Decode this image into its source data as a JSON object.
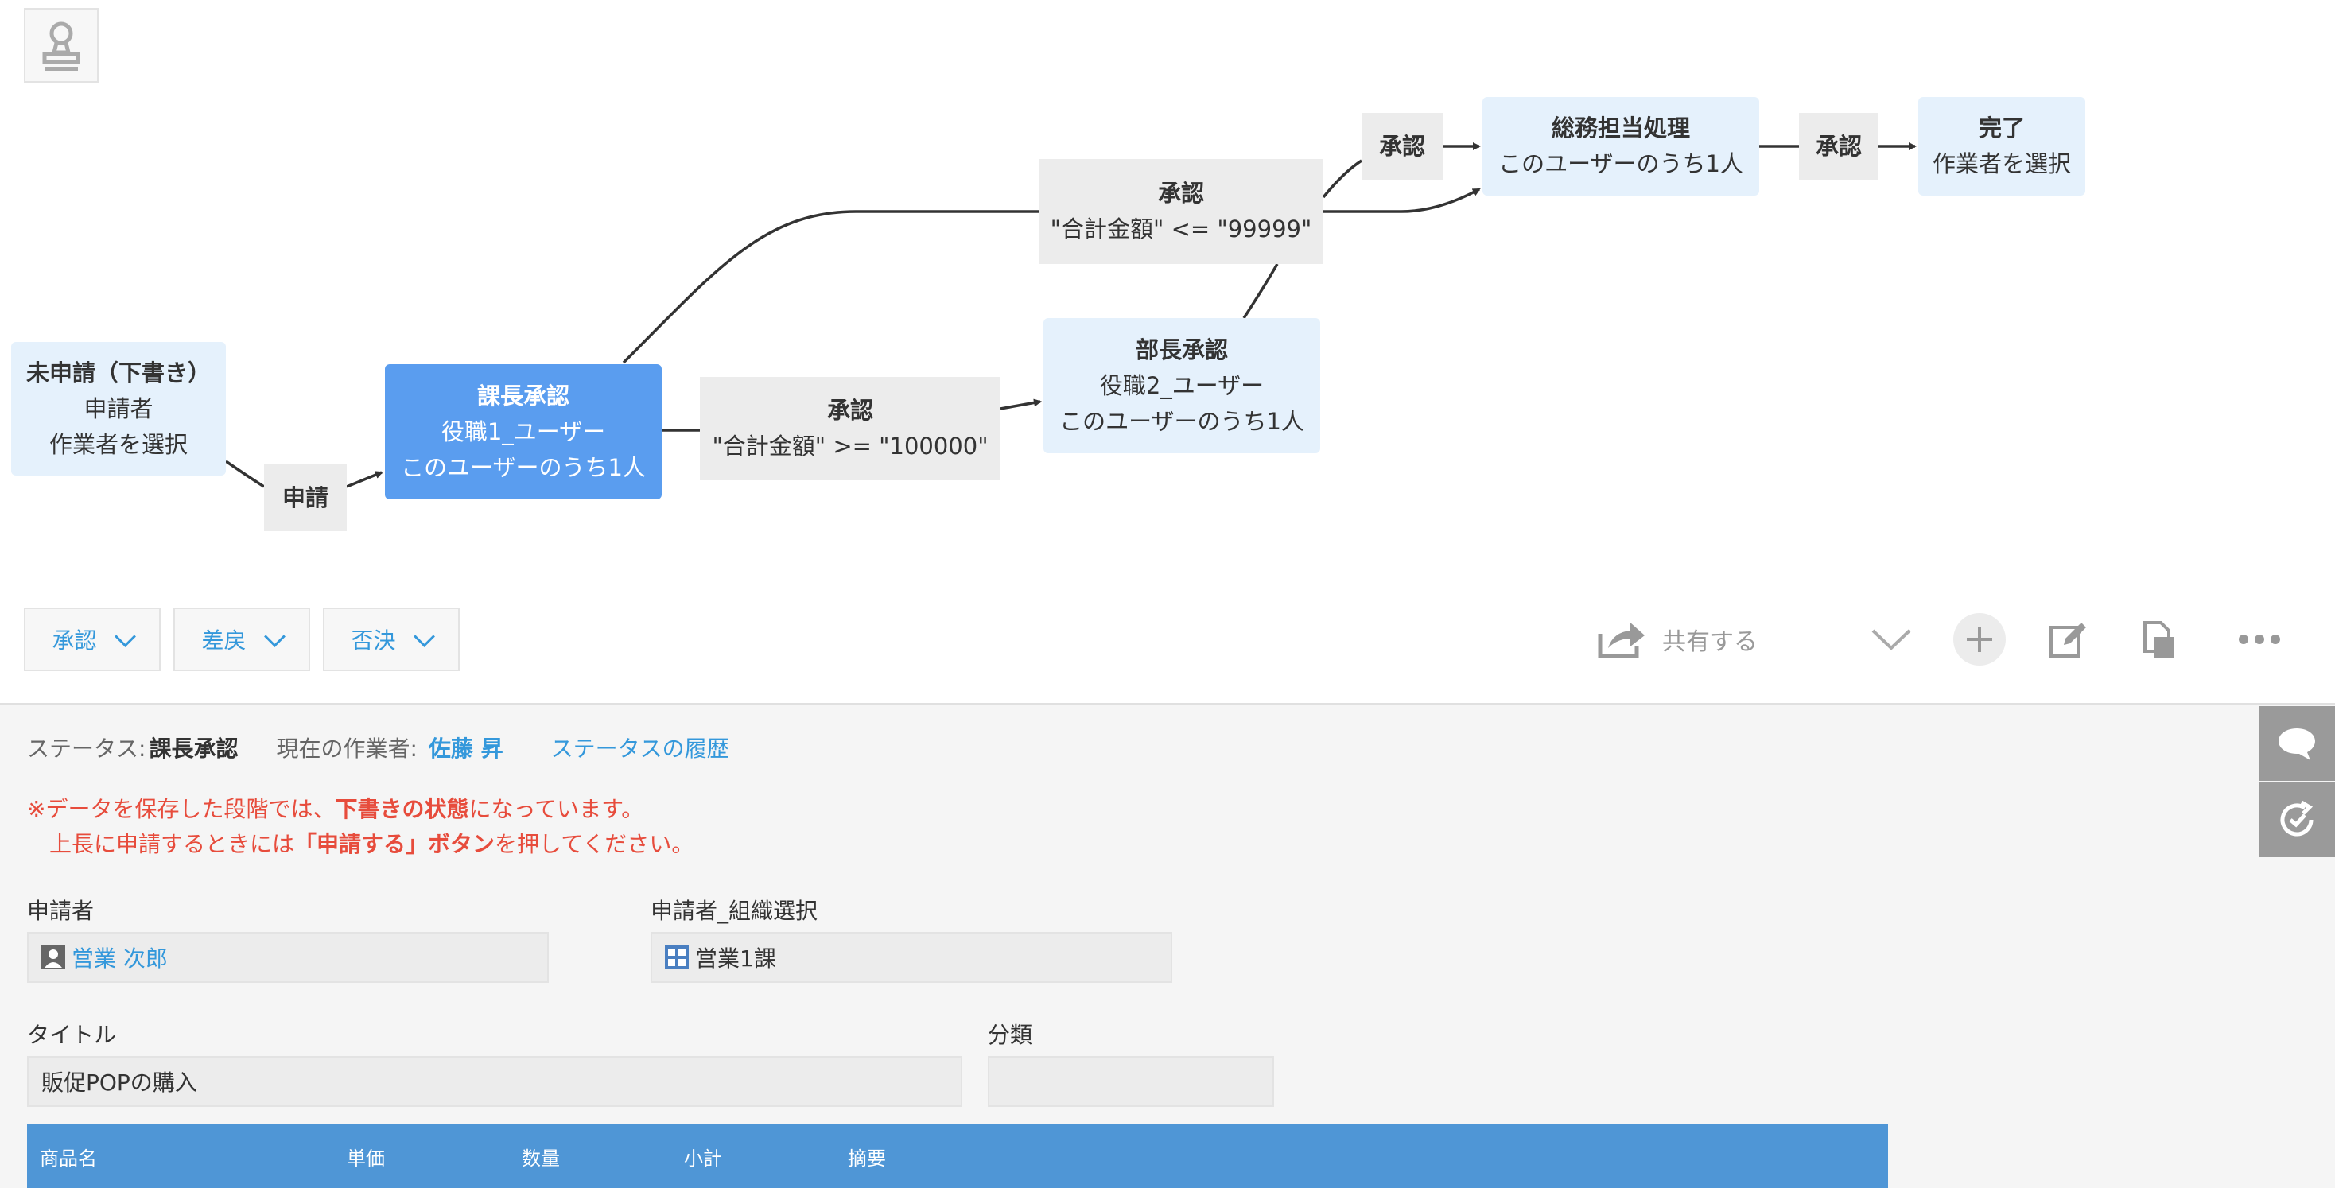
{
  "flow": {
    "nodes": {
      "draft": {
        "title": "未申請（下書き）",
        "line1": "申請者",
        "line2": "作業者を選択"
      },
      "section_chief": {
        "title": "課長承認",
        "line1": "役職1_ユーザー",
        "line2": "このユーザーのうち1人"
      },
      "dept_chief": {
        "title": "部長承認",
        "line1": "役職2_ユーザー",
        "line2": "このユーザーのうち1人"
      },
      "general_affairs": {
        "title": "総務担当処理",
        "line1": "このユーザーのうち1人"
      },
      "done": {
        "title": "完了",
        "line1": "作業者を選択"
      }
    },
    "actions": {
      "apply": {
        "title": "申請"
      },
      "approve_high": {
        "title": "承認",
        "condition": "\"合計金額\" >= \"100000\""
      },
      "approve_low": {
        "title": "承認",
        "condition": "\"合計金額\" <= \"99999\""
      },
      "approve_dept": {
        "title": "承認"
      },
      "approve_final": {
        "title": "承認"
      }
    }
  },
  "action_buttons": {
    "approve": "承認",
    "return": "差戻",
    "reject": "否決"
  },
  "toolbar": {
    "share_label": "共有する"
  },
  "status": {
    "label": "ステータス:",
    "value": "課長承認",
    "worker_label": "現在の作業者:",
    "worker_name": "佐藤 昇",
    "history_link": "ステータスの履歴"
  },
  "notice": {
    "line1_prefix": "※データを保存した段階では、",
    "line1_bold": "下書きの状態",
    "line1_suffix": "になっています。",
    "line2_prefix": "上長に申請するときには",
    "line2_bold": "「申請する」ボタン",
    "line2_suffix": "を押してください。"
  },
  "form": {
    "applicant": {
      "label": "申請者",
      "value": "営業 次郎"
    },
    "org": {
      "label": "申請者_組織選択",
      "value": "営業1課"
    },
    "title": {
      "label": "タイトル",
      "value": "販促POPの購入"
    },
    "category": {
      "label": "分類",
      "value": ""
    }
  },
  "table": {
    "headers": [
      "商品名",
      "単価",
      "数量",
      "小計",
      "摘要"
    ]
  },
  "colors": {
    "current_node": "#5a9def",
    "node": "#e5f1fc",
    "action": "#ececec",
    "link": "#3498db",
    "warning": "#e74c3c",
    "table_header": "#4f96d6"
  }
}
